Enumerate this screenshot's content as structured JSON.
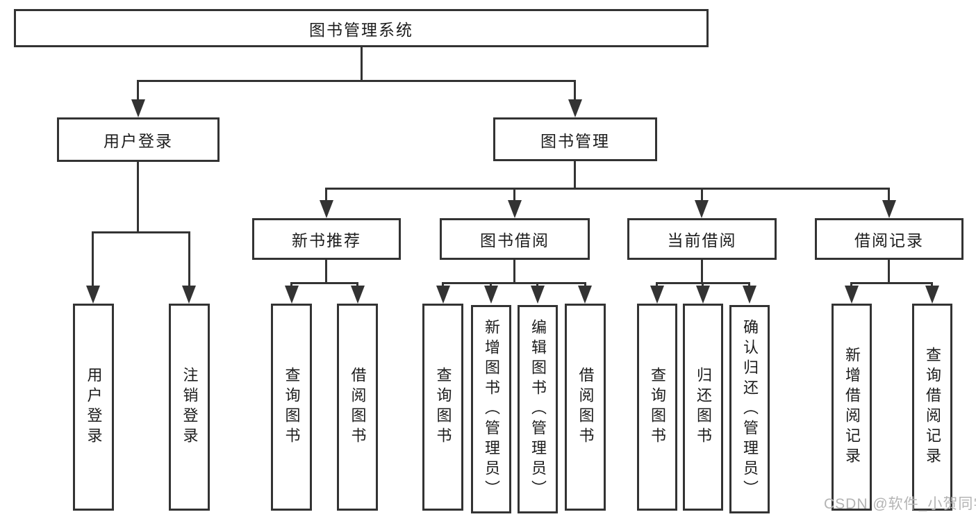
{
  "tree": {
    "label": "图书管理系统",
    "children": [
      {
        "label": "用户登录",
        "children": [
          {
            "label": "用户登录"
          },
          {
            "label": "注销登录"
          }
        ]
      },
      {
        "label": "图书管理",
        "children": [
          {
            "label": "新书推荐",
            "children": [
              {
                "label": "查询图书"
              },
              {
                "label": "借阅图书"
              }
            ]
          },
          {
            "label": "图书借阅",
            "children": [
              {
                "label": "查询图书"
              },
              {
                "label": "新增图书（管理员）"
              },
              {
                "label": "编辑图书（管理员）"
              },
              {
                "label": "借阅图书"
              }
            ]
          },
          {
            "label": "当前借阅",
            "children": [
              {
                "label": "查询图书"
              },
              {
                "label": "归还图书"
              },
              {
                "label": "确认归还（管理员）"
              }
            ]
          },
          {
            "label": "借阅记录",
            "children": [
              {
                "label": "新增借阅记录"
              },
              {
                "label": "查询借阅记录"
              }
            ]
          }
        ]
      }
    ]
  },
  "watermark": "CSDN @软件_小贺同学",
  "colors": {
    "line": "#333333",
    "text": "#1c1c1c",
    "watermark": "#b4b4b4",
    "background": "#ffffff"
  }
}
